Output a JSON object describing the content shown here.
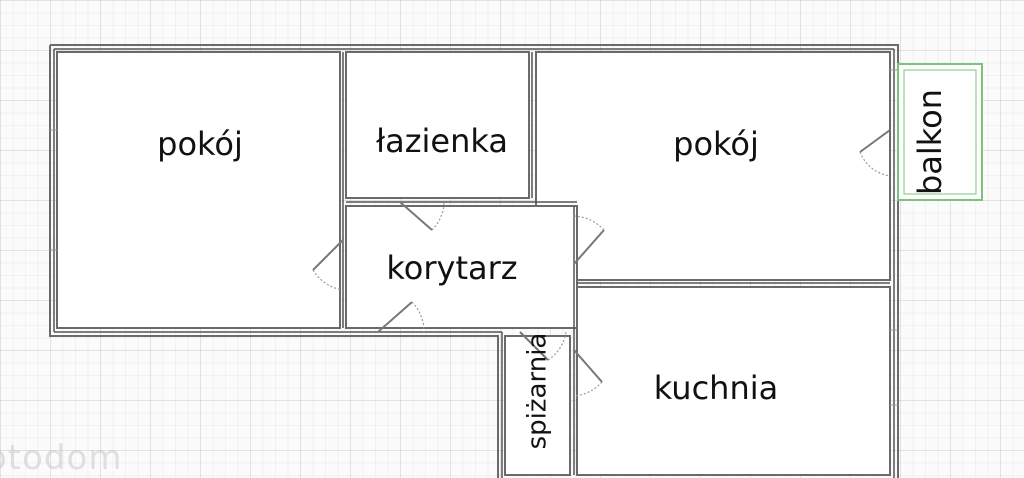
{
  "rooms": {
    "pokoj_left": "pokój",
    "lazienka": "łazienka",
    "pokoj_right": "pokój",
    "korytarz": "korytarz",
    "kuchnia": "kuchnia",
    "spizarnia": "spiżarnia",
    "balkon": "balkon"
  },
  "watermark": "otodom",
  "colors": {
    "wall": "#6a6a6a",
    "wall_fill": "#ffffff",
    "balcony": "#7cc47c",
    "door": "#9a9a9a",
    "text": "#111111"
  }
}
